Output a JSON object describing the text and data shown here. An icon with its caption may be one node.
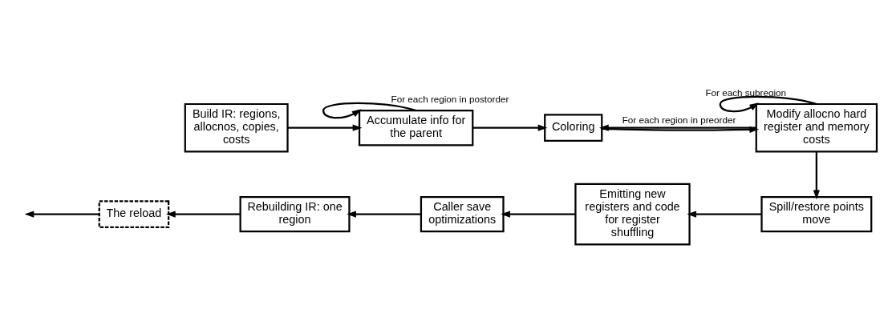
{
  "diagram": {
    "nodes": [
      {
        "text": [
          "Build IR: regions, allocnos, copies, costs"
        ]
      },
      {
        "text": [
          "Accumulate info for the parent"
        ]
      },
      {
        "text": [
          "Coloring"
        ]
      },
      {
        "text": [
          "Modify allocno hard register and memory costs"
        ]
      },
      {
        "text": [
          "Spill/restore points move"
        ]
      },
      {
        "text": [
          "Emitting new registers and code for register shuffling"
        ]
      },
      {
        "text": [
          "Caller save optimizations"
        ]
      },
      {
        "text": [
          "Rebuilding IR: one region"
        ]
      },
      {
        "text": [
          "The reload"
        ]
      }
    ],
    "edges": [
      {
        "from": 0,
        "to": 1,
        "arrow": "to"
      },
      {
        "from": 1,
        "to": 1,
        "arrow": "to",
        "label": "For each region in postorder"
      },
      {
        "from": 1,
        "to": 2,
        "arrow": "to"
      },
      {
        "from": 2,
        "to": 3,
        "arrow": "to"
      },
      {
        "from": 3,
        "to": 3,
        "arrow": "to",
        "label": "For each subregion"
      },
      {
        "from": 3,
        "to": 2,
        "arrow": "to",
        "label": "For each region in preorder"
      },
      {
        "from": 3,
        "to": 4,
        "arrow": "to"
      },
      {
        "from": 4,
        "to": 5,
        "arrow": "to"
      },
      {
        "from": 5,
        "to": 6,
        "arrow": "to"
      },
      {
        "from": 6,
        "to": 7,
        "arrow": "to"
      },
      {
        "from": 7,
        "to": 8,
        "arrow": "to"
      },
      {
        "from": 8,
        "to": null,
        "arrow": "to"
      }
    ]
  }
}
